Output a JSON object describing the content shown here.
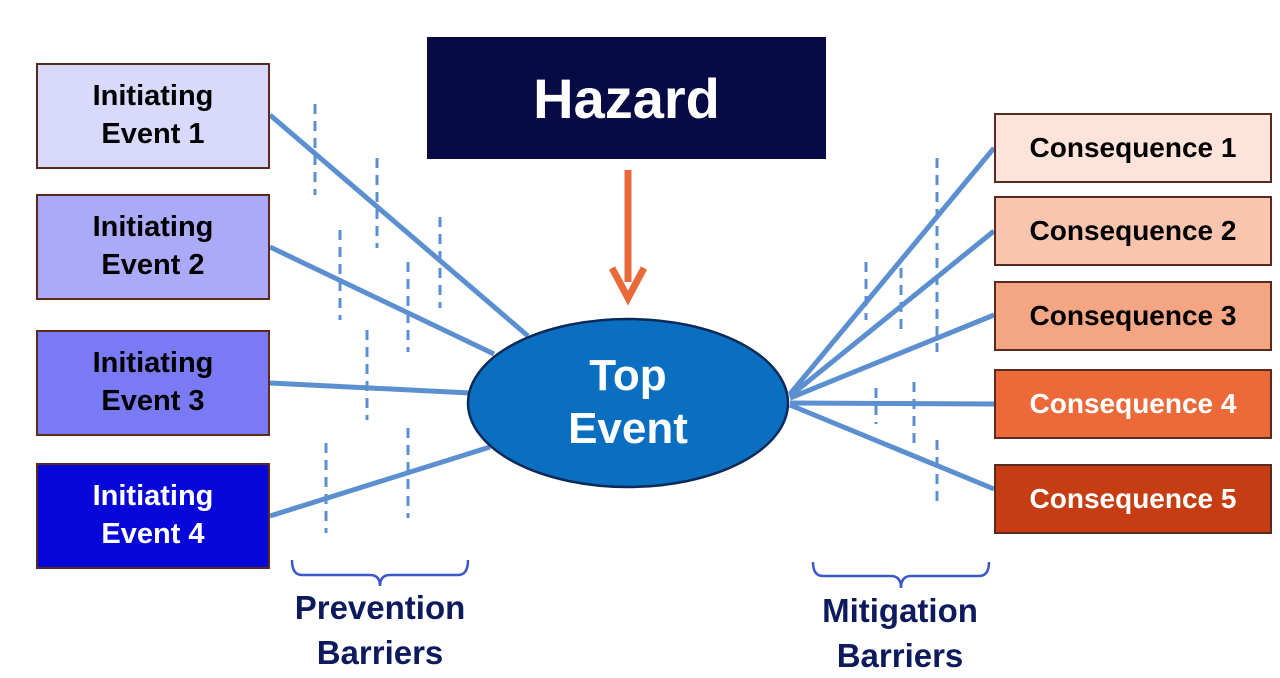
{
  "hazard": {
    "label": "Hazard"
  },
  "top_event": {
    "line1": "Top",
    "line2": "Event"
  },
  "initiating_events": [
    {
      "line1": "Initiating",
      "line2": "Event 1",
      "fill": "#d9d9fb",
      "text_color": "#000000"
    },
    {
      "line1": "Initiating",
      "line2": "Event 2",
      "fill": "#aaaaf8",
      "text_color": "#000000"
    },
    {
      "line1": "Initiating",
      "line2": "Event 3",
      "fill": "#7a7af4",
      "text_color": "#000000"
    },
    {
      "line1": "Initiating",
      "line2": "Event 4",
      "fill": "#0707d9",
      "text_color": "#ffffff"
    }
  ],
  "consequences": [
    {
      "label": "Consequence 1",
      "fill": "#fde3d9",
      "text_color": "#000000"
    },
    {
      "label": "Consequence 2",
      "fill": "#f9c5ae",
      "text_color": "#000000"
    },
    {
      "label": "Consequence 3",
      "fill": "#f3a584",
      "text_color": "#000000"
    },
    {
      "label": "Consequence 4",
      "fill": "#ec6a3a",
      "text_color": "#ffffff"
    },
    {
      "label": "Consequence 5",
      "fill": "#c63d14",
      "text_color": "#ffffff"
    }
  ],
  "prevention_barriers": {
    "line1": "Prevention",
    "line2": "Barriers"
  },
  "mitigation_barriers": {
    "line1": "Mitigation",
    "line2": "Barriers"
  },
  "colors": {
    "hazard_fill": "#060a45",
    "top_event_fill": "#0a6fc0",
    "connector": "#5b8fd0",
    "arrow": "#e8693a",
    "bracket": "#3a58c8",
    "barrier_text": "#0d1a5c"
  }
}
